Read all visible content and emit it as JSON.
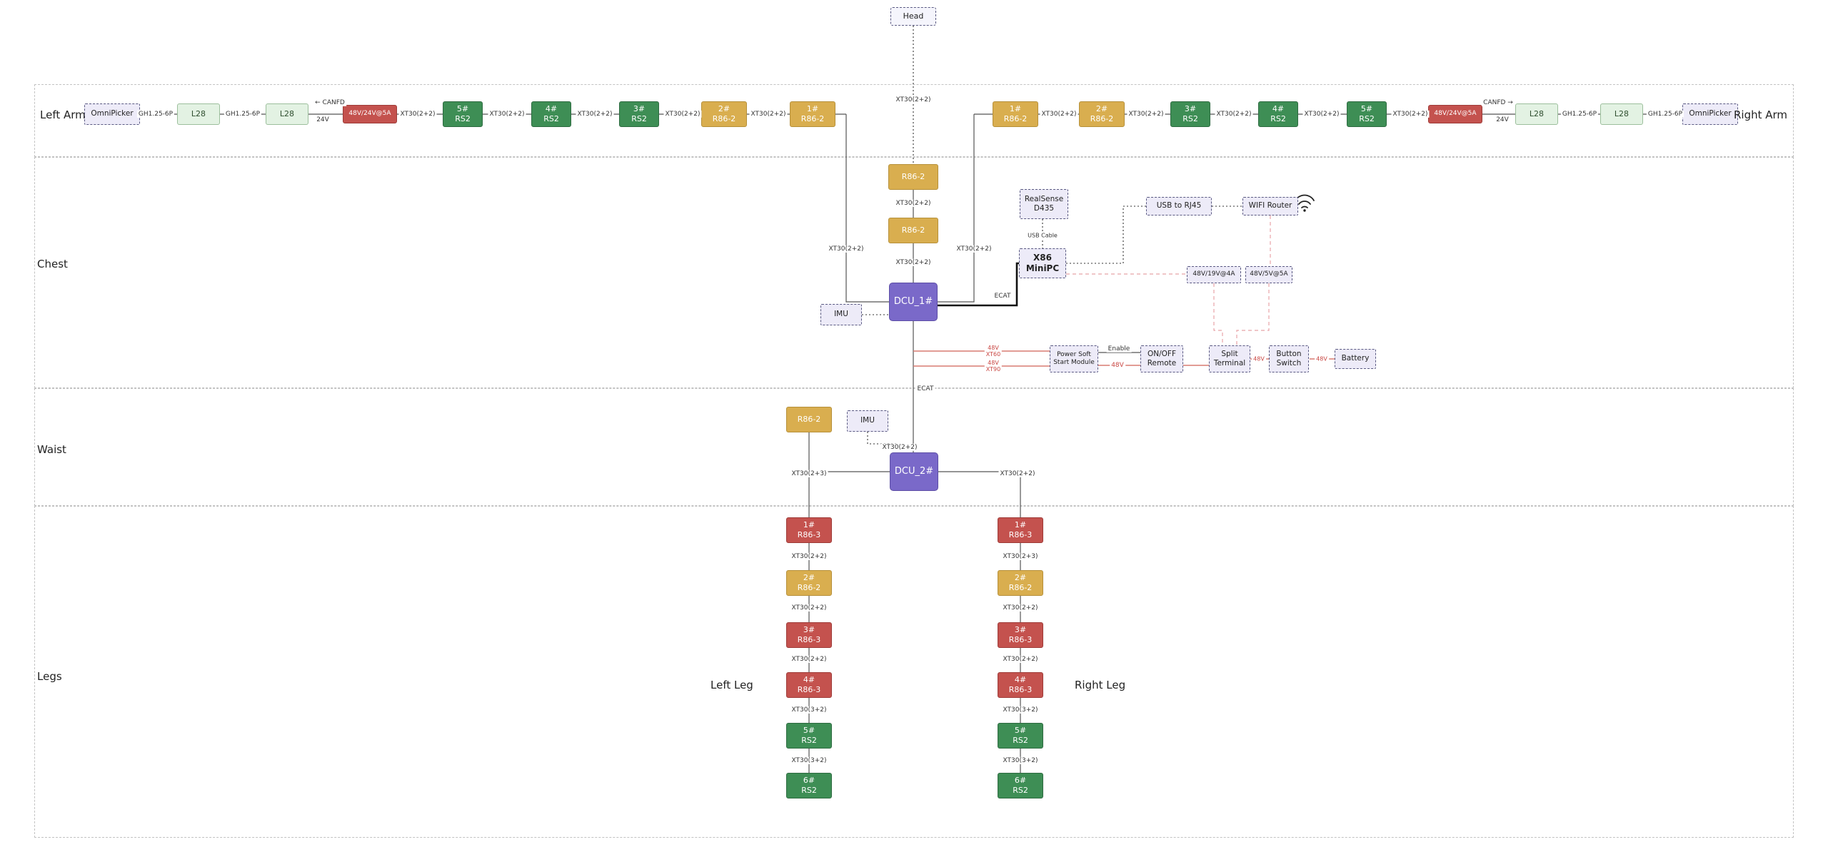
{
  "sections": {
    "left_arm": "Left Arm",
    "right_arm": "Right Arm",
    "chest": "Chest",
    "waist": "Waist",
    "legs": "Legs",
    "left_leg": "Left Leg",
    "right_leg": "Right Leg"
  },
  "colors": {
    "motor_green": "#3E8E55",
    "motor_gold": "#D9AE4F",
    "motor_red": "#C4524E",
    "dcu_purple": "#7A69C9",
    "l28_green": "#E3F2E3",
    "peripheral_lavender": "#EDEBF8",
    "power_line": "#D87B72",
    "power_line_dashed": "#E8A3A8"
  },
  "nodes": [
    {
      "id": "head",
      "type": "head-box",
      "label": "Head"
    },
    {
      "id": "omnipicker-left",
      "type": "lavender",
      "label": "OmniPicker"
    },
    {
      "id": "l28-left-1",
      "type": "lightgreen",
      "label": "L28"
    },
    {
      "id": "l28-left-2",
      "type": "lightgreen",
      "label": "L28"
    },
    {
      "id": "psu-left",
      "type": "red small-text",
      "label": "48V/24V@5A"
    },
    {
      "id": "rs2-left-5",
      "type": "green",
      "label": "5#\nRS2"
    },
    {
      "id": "rs2-left-4",
      "type": "green",
      "label": "4#\nRS2"
    },
    {
      "id": "rs2-left-3",
      "type": "green",
      "label": "3#\nRS2"
    },
    {
      "id": "r86-left-2",
      "type": "gold",
      "label": "2#\nR86-2"
    },
    {
      "id": "r86-left-1",
      "type": "gold",
      "label": "1#\nR86-2"
    },
    {
      "id": "r86-right-1",
      "type": "gold",
      "label": "1#\nR86-2"
    },
    {
      "id": "r86-right-2",
      "type": "gold",
      "label": "2#\nR86-2"
    },
    {
      "id": "rs2-right-3",
      "type": "green",
      "label": "3#\nRS2"
    },
    {
      "id": "rs2-right-4",
      "type": "green",
      "label": "4#\nRS2"
    },
    {
      "id": "rs2-right-5",
      "type": "green",
      "label": "5#\nRS2"
    },
    {
      "id": "psu-right",
      "type": "red small-text",
      "label": "48V/24V@5A"
    },
    {
      "id": "l28-right-1",
      "type": "lightgreen",
      "label": "L28"
    },
    {
      "id": "l28-right-2",
      "type": "lightgreen",
      "label": "L28"
    },
    {
      "id": "omnipicker-right",
      "type": "lavender",
      "label": "OmniPicker"
    },
    {
      "id": "r86-neck-1",
      "type": "gold",
      "label": "R86-2"
    },
    {
      "id": "r86-neck-2",
      "type": "gold",
      "label": "R86-2"
    },
    {
      "id": "dcu1",
      "type": "purple",
      "label": "DCU_1#"
    },
    {
      "id": "imu-chest",
      "type": "lavender",
      "label": "IMU"
    },
    {
      "id": "realsense",
      "type": "lavender",
      "label": "RealSense\nD435"
    },
    {
      "id": "minipc",
      "type": "lavender strong",
      "label": "X86\nMiniPC"
    },
    {
      "id": "usb-rj45",
      "type": "lavender",
      "label": "USB to RJ45"
    },
    {
      "id": "wifi-router",
      "type": "lavender",
      "label": "WIFI Router"
    },
    {
      "id": "dcdc-19v",
      "type": "lavender small-text",
      "label": "48V/19V@4A"
    },
    {
      "id": "dcdc-5v",
      "type": "lavender small-text",
      "label": "48V/5V@5A"
    },
    {
      "id": "power-soft-start",
      "type": "lavender small-text",
      "label": "Power Soft\nStart Module"
    },
    {
      "id": "onoff-remote",
      "type": "lavender",
      "label": "ON/OFF\nRemote"
    },
    {
      "id": "split-terminal",
      "type": "lavender",
      "label": "Split\nTerminal"
    },
    {
      "id": "button-switch",
      "type": "lavender",
      "label": "Button\nSwitch"
    },
    {
      "id": "battery",
      "type": "lavender",
      "label": "Battery"
    },
    {
      "id": "r86-waist",
      "type": "gold",
      "label": "R86-2"
    },
    {
      "id": "imu-waist",
      "type": "lavender",
      "label": "IMU"
    },
    {
      "id": "dcu2",
      "type": "purple",
      "label": "DCU_2#"
    },
    {
      "id": "leg-l-1",
      "type": "red",
      "label": "1#\nR86-3"
    },
    {
      "id": "leg-l-2",
      "type": "gold",
      "label": "2#\nR86-2"
    },
    {
      "id": "leg-l-3",
      "type": "red",
      "label": "3#\nR86-3"
    },
    {
      "id": "leg-l-4",
      "type": "red",
      "label": "4#\nR86-3"
    },
    {
      "id": "leg-l-5",
      "type": "green",
      "label": "5#\nRS2"
    },
    {
      "id": "leg-l-6",
      "type": "green",
      "label": "6#\nRS2"
    },
    {
      "id": "leg-r-1",
      "type": "red",
      "label": "1#\nR86-3"
    },
    {
      "id": "leg-r-2",
      "type": "gold",
      "label": "2#\nR86-2"
    },
    {
      "id": "leg-r-3",
      "type": "red",
      "label": "3#\nR86-3"
    },
    {
      "id": "leg-r-4",
      "type": "red",
      "label": "4#\nR86-3"
    },
    {
      "id": "leg-r-5",
      "type": "green",
      "label": "5#\nRS2"
    },
    {
      "id": "leg-r-6",
      "type": "green",
      "label": "6#\nRS2"
    }
  ],
  "labels": [
    {
      "id": "gh-l-1",
      "text": "GH1.25-6P",
      "cls": ""
    },
    {
      "id": "gh-l-2",
      "text": "GH1.25-6P",
      "cls": ""
    },
    {
      "id": "canfd-l",
      "text": "← CANFD",
      "cls": ""
    },
    {
      "id": "v24-l",
      "text": "24V",
      "cls": ""
    },
    {
      "id": "xt-al-1",
      "text": "XT30(2+2)",
      "cls": ""
    },
    {
      "id": "xt-al-2",
      "text": "XT30(2+2)",
      "cls": ""
    },
    {
      "id": "xt-al-3",
      "text": "XT30(2+2)",
      "cls": ""
    },
    {
      "id": "xt-al-4",
      "text": "XT30(2+2)",
      "cls": ""
    },
    {
      "id": "xt-al-5",
      "text": "XT30(2+2)",
      "cls": ""
    },
    {
      "id": "xt-ar-1",
      "text": "XT30(2+2)",
      "cls": ""
    },
    {
      "id": "xt-ar-2",
      "text": "XT30(2+2)",
      "cls": ""
    },
    {
      "id": "xt-ar-3",
      "text": "XT30(2+2)",
      "cls": ""
    },
    {
      "id": "xt-ar-4",
      "text": "XT30(2+2)",
      "cls": ""
    },
    {
      "id": "xt-ar-5",
      "text": "XT30(2+2)",
      "cls": ""
    },
    {
      "id": "canfd-r",
      "text": "CANFD →",
      "cls": ""
    },
    {
      "id": "v24-r",
      "text": "24V",
      "cls": ""
    },
    {
      "id": "gh-r-1",
      "text": "GH1.25-6P",
      "cls": ""
    },
    {
      "id": "gh-r-2",
      "text": "GH1.25-6P",
      "cls": ""
    },
    {
      "id": "xt-head",
      "text": "XT30(2+2)",
      "cls": ""
    },
    {
      "id": "xt-neck-1",
      "text": "XT30(2+2)",
      "cls": ""
    },
    {
      "id": "xt-neck-2",
      "text": "XT30(2+2)",
      "cls": ""
    },
    {
      "id": "xt-drop-l",
      "text": "XT30(2+2)",
      "cls": ""
    },
    {
      "id": "xt-drop-r",
      "text": "XT30(2+2)",
      "cls": ""
    },
    {
      "id": "usb-cable",
      "text": "USB Cable",
      "cls": "tiny"
    },
    {
      "id": "ecat-1",
      "text": "ECAT",
      "cls": ""
    },
    {
      "id": "enable",
      "text": "Enable",
      "cls": ""
    },
    {
      "id": "v48-a",
      "text": "48V",
      "cls": "red"
    },
    {
      "id": "v48-b",
      "text": "48V",
      "cls": "red tiny"
    },
    {
      "id": "v48-c",
      "text": "48V",
      "cls": "red tiny"
    },
    {
      "id": "xt60",
      "text": "48V\nXT60",
      "cls": "red tiny"
    },
    {
      "id": "xt90",
      "text": "48V\nXT90",
      "cls": "red tiny"
    },
    {
      "id": "ecat-2",
      "text": "ECAT",
      "cls": ""
    },
    {
      "id": "xt-waist-r86",
      "text": "XT30(2+2)",
      "cls": ""
    },
    {
      "id": "xt-leg-corner-l",
      "text": "XT30(2+3)",
      "cls": ""
    },
    {
      "id": "xt-leg-corner-r",
      "text": "XT30(2+2)",
      "cls": ""
    },
    {
      "id": "xt-ll-1",
      "text": "XT30(2+2)",
      "cls": ""
    },
    {
      "id": "xt-ll-2",
      "text": "XT30(2+2)",
      "cls": ""
    },
    {
      "id": "xt-ll-3",
      "text": "XT30(2+2)",
      "cls": ""
    },
    {
      "id": "xt-ll-4",
      "text": "XT30(3+2)",
      "cls": ""
    },
    {
      "id": "xt-ll-5",
      "text": "XT30(3+2)",
      "cls": ""
    },
    {
      "id": "xt-rl-1",
      "text": "XT30(2+3)",
      "cls": ""
    },
    {
      "id": "xt-rl-2",
      "text": "XT30(2+2)",
      "cls": ""
    },
    {
      "id": "xt-rl-3",
      "text": "XT30(2+2)",
      "cls": ""
    },
    {
      "id": "xt-rl-4",
      "text": "XT30(3+2)",
      "cls": ""
    },
    {
      "id": "xt-rl-5",
      "text": "XT30(3+2)",
      "cls": ""
    }
  ]
}
